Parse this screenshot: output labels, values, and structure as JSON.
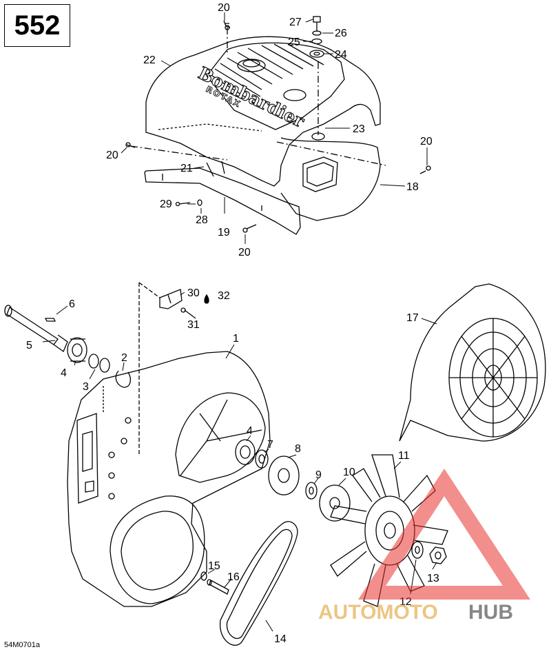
{
  "page_number": "552",
  "figure_ref": "54M0701a",
  "emboss_brand": "Bombardier",
  "emboss_sub": "ROTAX",
  "watermark": {
    "part1": "AUTOMOTO",
    "part2": "HUB"
  },
  "callouts": [
    "20",
    "27",
    "26",
    "25",
    "24",
    "22",
    "23",
    "20",
    "20",
    "21",
    "18",
    "29",
    "28",
    "19",
    "20",
    "30",
    "32",
    "31",
    "6",
    "5",
    "4",
    "3",
    "2",
    "1",
    "17",
    "4",
    "7",
    "8",
    "9",
    "10",
    "11",
    "15",
    "16",
    "12",
    "13",
    "14"
  ],
  "colors": {
    "line": "#000000",
    "background": "#ffffff",
    "watermark_red": "#e8322d",
    "watermark_orange": "#e8b25a"
  }
}
